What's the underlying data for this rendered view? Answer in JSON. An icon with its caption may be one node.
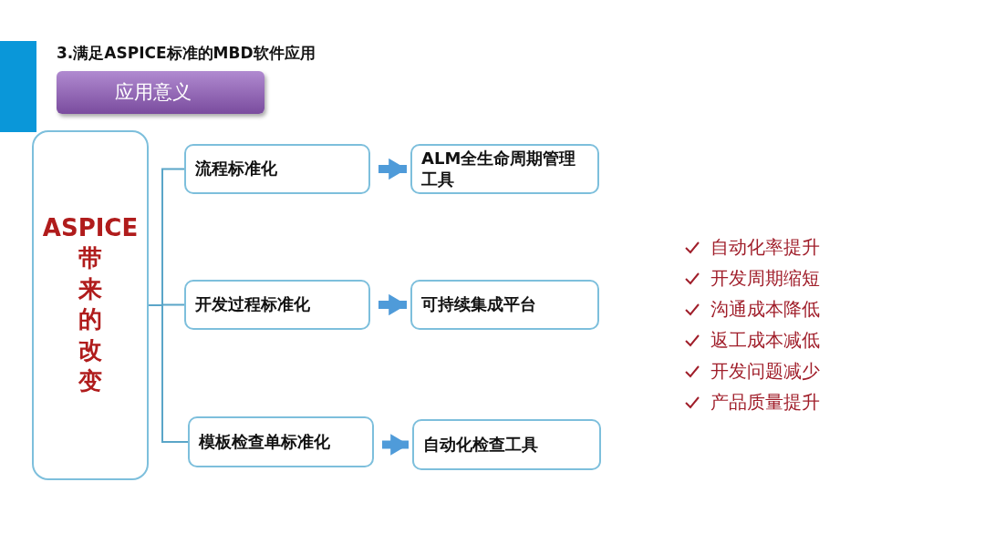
{
  "diagram": {
    "title": "3.满足ASPICE标准的MBD软件应用",
    "nodes": [
      {
        "text": [
          "ASPICE",
          "带来的改变"
        ]
      },
      {
        "text": [
          "应用意义"
        ]
      },
      {
        "text": [
          "流程标准化"
        ]
      },
      {
        "text": [
          "ALM全生命周期管理工具"
        ]
      },
      {
        "text": [
          "开发过程标准化"
        ]
      },
      {
        "text": [
          "可持续集成平台"
        ]
      },
      {
        "text": [
          "模板检查单标准化"
        ]
      },
      {
        "text": [
          "自动化检查工具"
        ]
      }
    ],
    "edges": [
      {
        "from": 0,
        "to": 2,
        "arrow": "none"
      },
      {
        "from": 0,
        "to": 4,
        "arrow": "none"
      },
      {
        "from": 0,
        "to": 6,
        "arrow": "none"
      },
      {
        "from": 2,
        "to": 3,
        "arrow": "to",
        "style": "thick"
      },
      {
        "from": 4,
        "to": 5,
        "arrow": "to",
        "style": "thick"
      },
      {
        "from": 6,
        "to": 7,
        "arrow": "to",
        "style": "thick"
      }
    ],
    "labels": [
      "自动化率提升",
      "开发周期缩短",
      "沟通成本降低",
      "返工成本减低",
      "开发问题减少",
      "产品质量提升"
    ]
  }
}
